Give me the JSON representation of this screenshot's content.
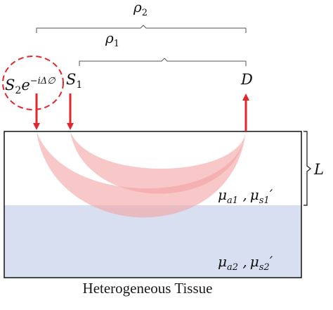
{
  "labels": {
    "rho2": "ρ",
    "rho2_sub": "2",
    "rho1": "ρ",
    "rho1_sub": "1",
    "s2_base": "S",
    "s2_sub": "2",
    "s2_exp_e": "e",
    "s2_exp": "−iΔ∅",
    "s1_base": "S",
    "s1_sub": "1",
    "detector": "D",
    "thickness": "L",
    "layer1_mua": "μ",
    "layer1_mua_sub": "a1",
    "layer1_sep": " ,",
    "layer1_mus": "μ",
    "layer1_mus_sub": "s1",
    "layer1_prime": "′",
    "layer2_mua": "μ",
    "layer2_mua_sub": "a2",
    "layer2_sep": " ,",
    "layer2_mus": "μ",
    "layer2_mus_sub": "s2",
    "layer2_prime": "′"
  },
  "caption": "Heterogeneous Tissue",
  "colors": {
    "arrow": "#e3262b",
    "banana": "#f3a2a4",
    "lower_layer": "#d7dff1",
    "dashed_circle": "#e3262b",
    "outline": "#111111"
  }
}
